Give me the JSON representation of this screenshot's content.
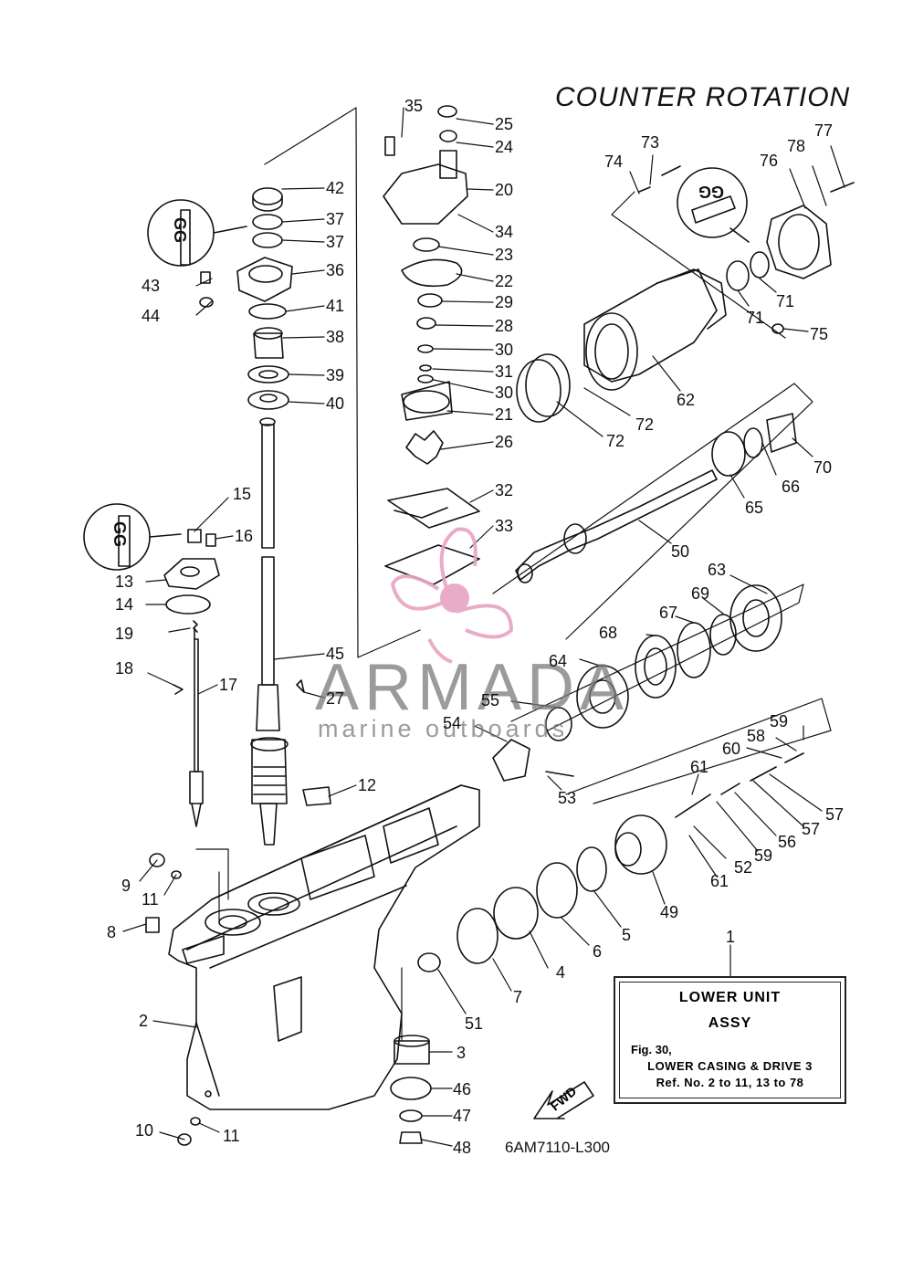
{
  "diagram": {
    "title": "COUNTER  ROTATION",
    "drawing_code": "6AM7110-L300",
    "fwd_label": "FWD",
    "sealant_marks": [
      "GG",
      "GG",
      "GG"
    ]
  },
  "info_box": {
    "ref_number": "1",
    "title": "LOWER UNIT",
    "subtitle": "ASSY",
    "fig": "Fig. 30,",
    "description": "LOWER CASING & DRIVE 3",
    "ref_range": "Ref. No. 2 to 11, 13 to 78"
  },
  "watermark": {
    "name": "ARMADA",
    "sub": "marine outboards",
    "accent_color": "#e8a3c4"
  },
  "callouts": [
    "35",
    "25",
    "24",
    "20",
    "34",
    "23",
    "22",
    "29",
    "28",
    "30",
    "31",
    "30",
    "21",
    "26",
    "32",
    "33",
    "42",
    "37",
    "37",
    "36",
    "43",
    "44",
    "41",
    "38",
    "39",
    "40",
    "15",
    "16",
    "13",
    "14",
    "19",
    "18",
    "17",
    "45",
    "27",
    "12",
    "73",
    "74",
    "77",
    "78",
    "76",
    "71",
    "71",
    "75",
    "62",
    "72",
    "72",
    "70",
    "66",
    "65",
    "50",
    "63",
    "69",
    "67",
    "68",
    "64",
    "55",
    "54",
    "53",
    "59",
    "58",
    "60",
    "57",
    "57",
    "56",
    "59",
    "61",
    "52",
    "61",
    "49",
    "5",
    "6",
    "4",
    "7",
    "51",
    "3",
    "46",
    "47",
    "48",
    "9",
    "11",
    "8",
    "2",
    "10",
    "11"
  ]
}
